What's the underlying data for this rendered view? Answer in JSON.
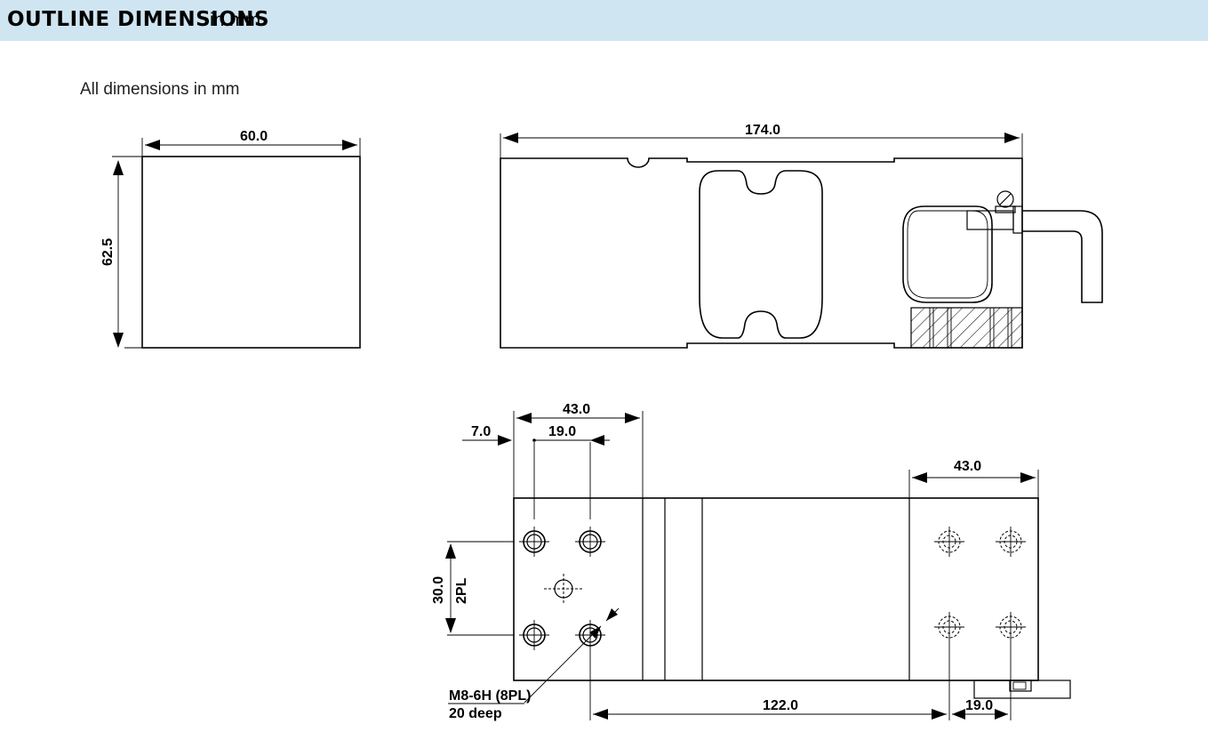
{
  "header": {
    "title": "OUTLINE DIMENSIONS",
    "unit": "in mm",
    "background": "#cfe5f1"
  },
  "subtitle": "All dimensions in mm",
  "dimensions": {
    "end_width": "60.0",
    "end_height": "62.5",
    "overall_length": "174.0",
    "hole_block_left": "43.0",
    "hole_offset": "7.0",
    "hole_spacing_x": "19.0",
    "hole_spacing_y": "30.0",
    "hole_spacing_y_note": "2PL",
    "hole_block_right": "43.0",
    "hole_center_distance": "122.0",
    "hole_spacing_right": "19.0"
  },
  "callout": {
    "thread": "M8-6H (8PL)",
    "depth": "20 deep"
  }
}
